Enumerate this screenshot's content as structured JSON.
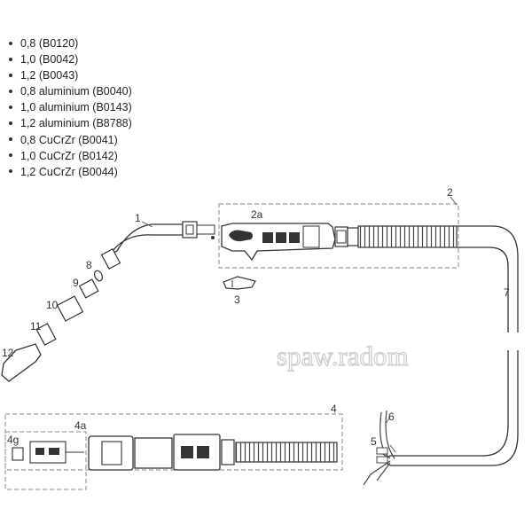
{
  "legend": [
    "0,8 (B0120)",
    "1,0 (B0042)",
    "1,2 (B0043)",
    "0,8 aluminium (B0040)",
    "1,0 aluminium (B0143)",
    "1,2 aluminium (B8788)",
    "0,8 CuCrZr (B0041)",
    "1,0 CuCrZr (B0142)",
    "1,2 CuCrZr (B0044)"
  ],
  "callouts": {
    "c1": "1",
    "c2": "2",
    "c2a": "2a",
    "c3": "3",
    "c4": "4",
    "c4a": "4a",
    "c4g": "4g",
    "c5": "5",
    "c6": "6",
    "c7": "7",
    "c8": "8",
    "c9": "9",
    "c10": "10",
    "c11": "11",
    "c12": "12"
  },
  "watermark": "spaw.radom"
}
